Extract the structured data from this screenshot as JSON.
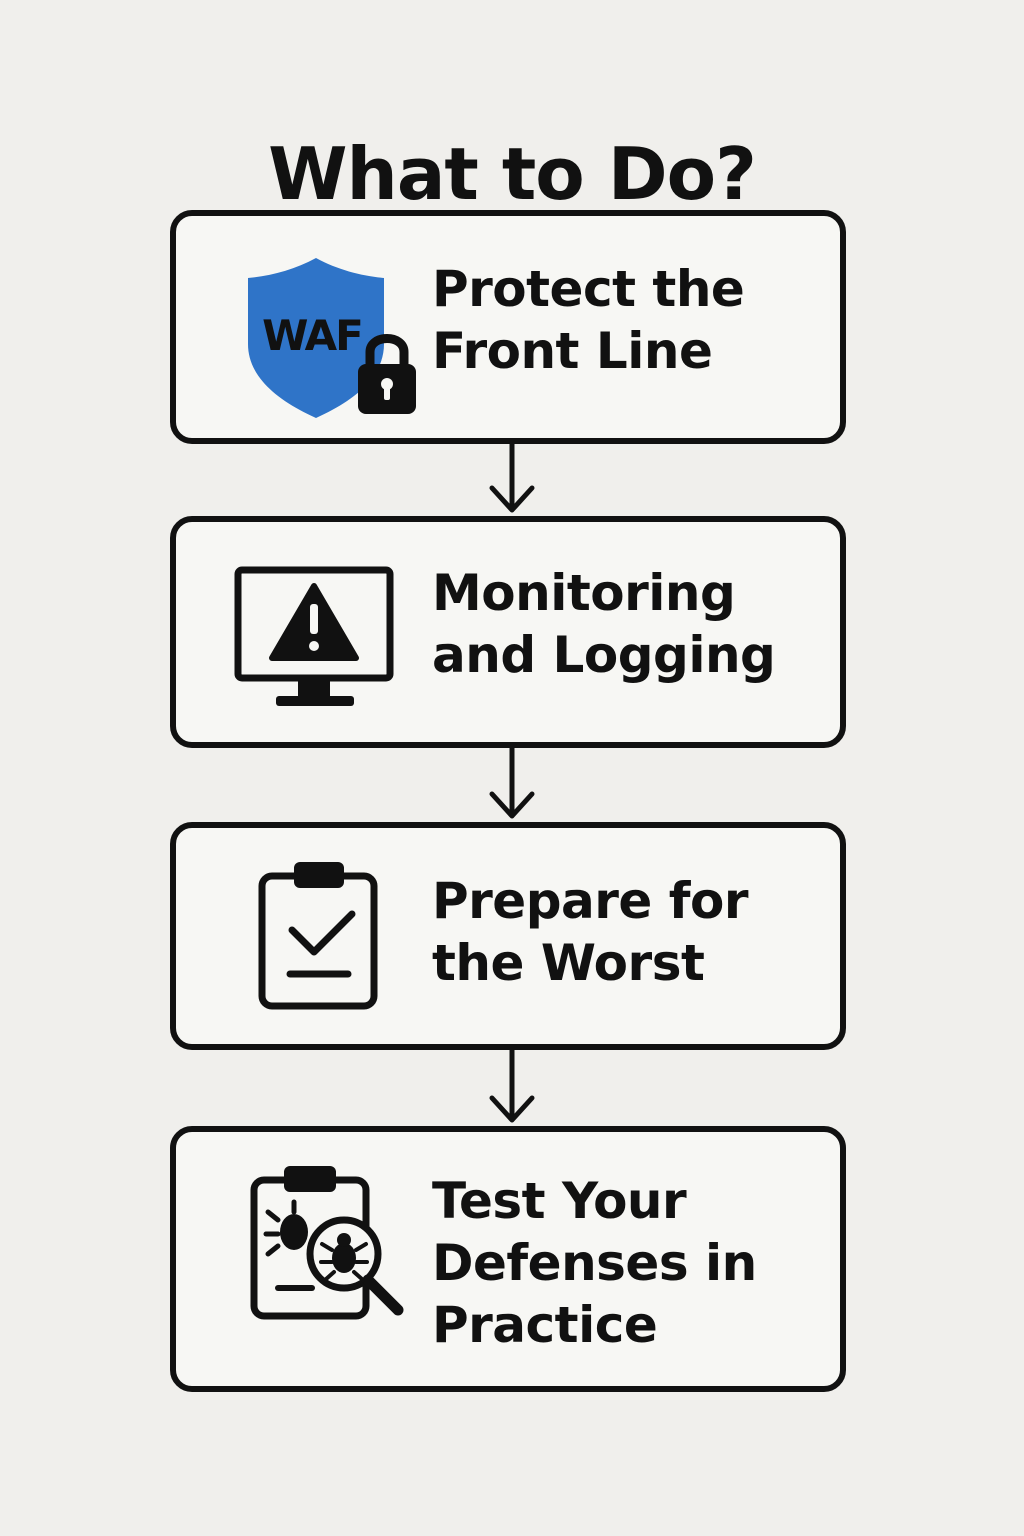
{
  "title": "What to Do?",
  "steps": [
    {
      "label": "Protect the\nFront Line",
      "icon": "waf-shield-lock-icon",
      "badge_text": "WAF"
    },
    {
      "label": "Monitoring\nand Logging",
      "icon": "monitor-warning-icon"
    },
    {
      "label": "Prepare for\nthe Worst",
      "icon": "clipboard-check-icon"
    },
    {
      "label": "Test Your\nDefenses in\nPractice",
      "icon": "clipboard-bug-search-icon"
    }
  ],
  "colors": {
    "background": "#f0efec",
    "box_fill": "#f7f7f4",
    "stroke": "#111111",
    "shield_blue": "#2f74c8"
  }
}
